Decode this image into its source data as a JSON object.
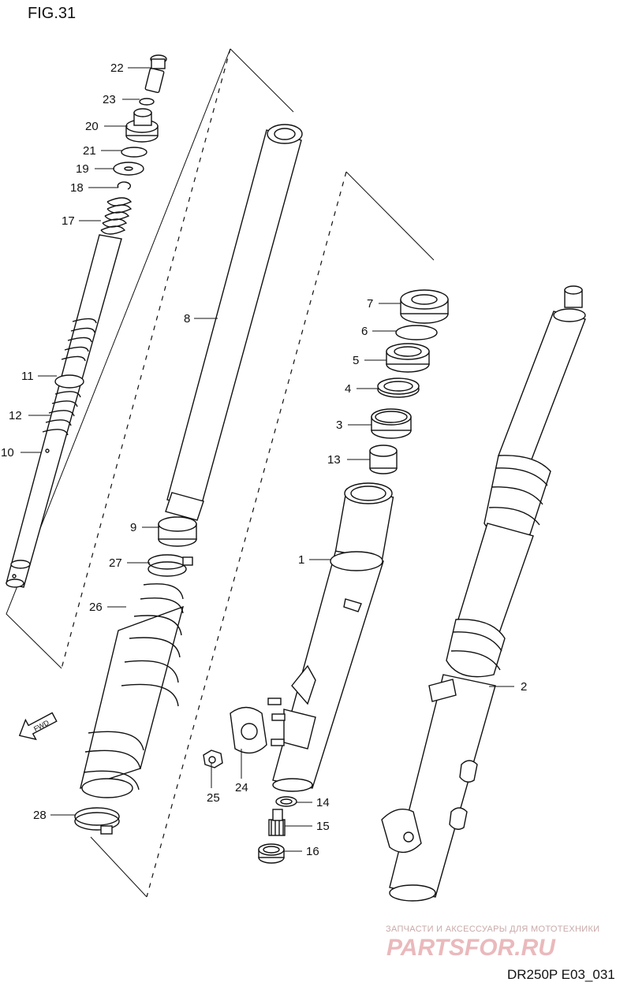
{
  "figure": {
    "title": "FIG.31",
    "code": "DR250P E03_031"
  },
  "watermark": {
    "tagline": "ЗАПЧАСТИ И АКСЕССУАРЫ ДЛЯ МОТОТЕХНИКИ",
    "brand": "PARTSFOR.RU"
  },
  "fwd_label": "FWD",
  "callouts": [
    {
      "id": "c1",
      "text": "1"
    },
    {
      "id": "c2",
      "text": "2"
    },
    {
      "id": "c3",
      "text": "3"
    },
    {
      "id": "c4",
      "text": "4"
    },
    {
      "id": "c5",
      "text": "5"
    },
    {
      "id": "c6",
      "text": "6"
    },
    {
      "id": "c7",
      "text": "7"
    },
    {
      "id": "c8",
      "text": "8"
    },
    {
      "id": "c9",
      "text": "9"
    },
    {
      "id": "c10",
      "text": "10"
    },
    {
      "id": "c11",
      "text": "11"
    },
    {
      "id": "c12",
      "text": "12"
    },
    {
      "id": "c13",
      "text": "13"
    },
    {
      "id": "c14",
      "text": "14"
    },
    {
      "id": "c15",
      "text": "15"
    },
    {
      "id": "c16",
      "text": "16"
    },
    {
      "id": "c17",
      "text": "17"
    },
    {
      "id": "c18",
      "text": "18"
    },
    {
      "id": "c19",
      "text": "19"
    },
    {
      "id": "c20",
      "text": "20"
    },
    {
      "id": "c21",
      "text": "21"
    },
    {
      "id": "c22",
      "text": "22"
    },
    {
      "id": "c23",
      "text": "23"
    },
    {
      "id": "c24",
      "text": "24"
    },
    {
      "id": "c25",
      "text": "25"
    },
    {
      "id": "c26",
      "text": "26"
    },
    {
      "id": "c27",
      "text": "27"
    },
    {
      "id": "c28",
      "text": "28"
    }
  ]
}
